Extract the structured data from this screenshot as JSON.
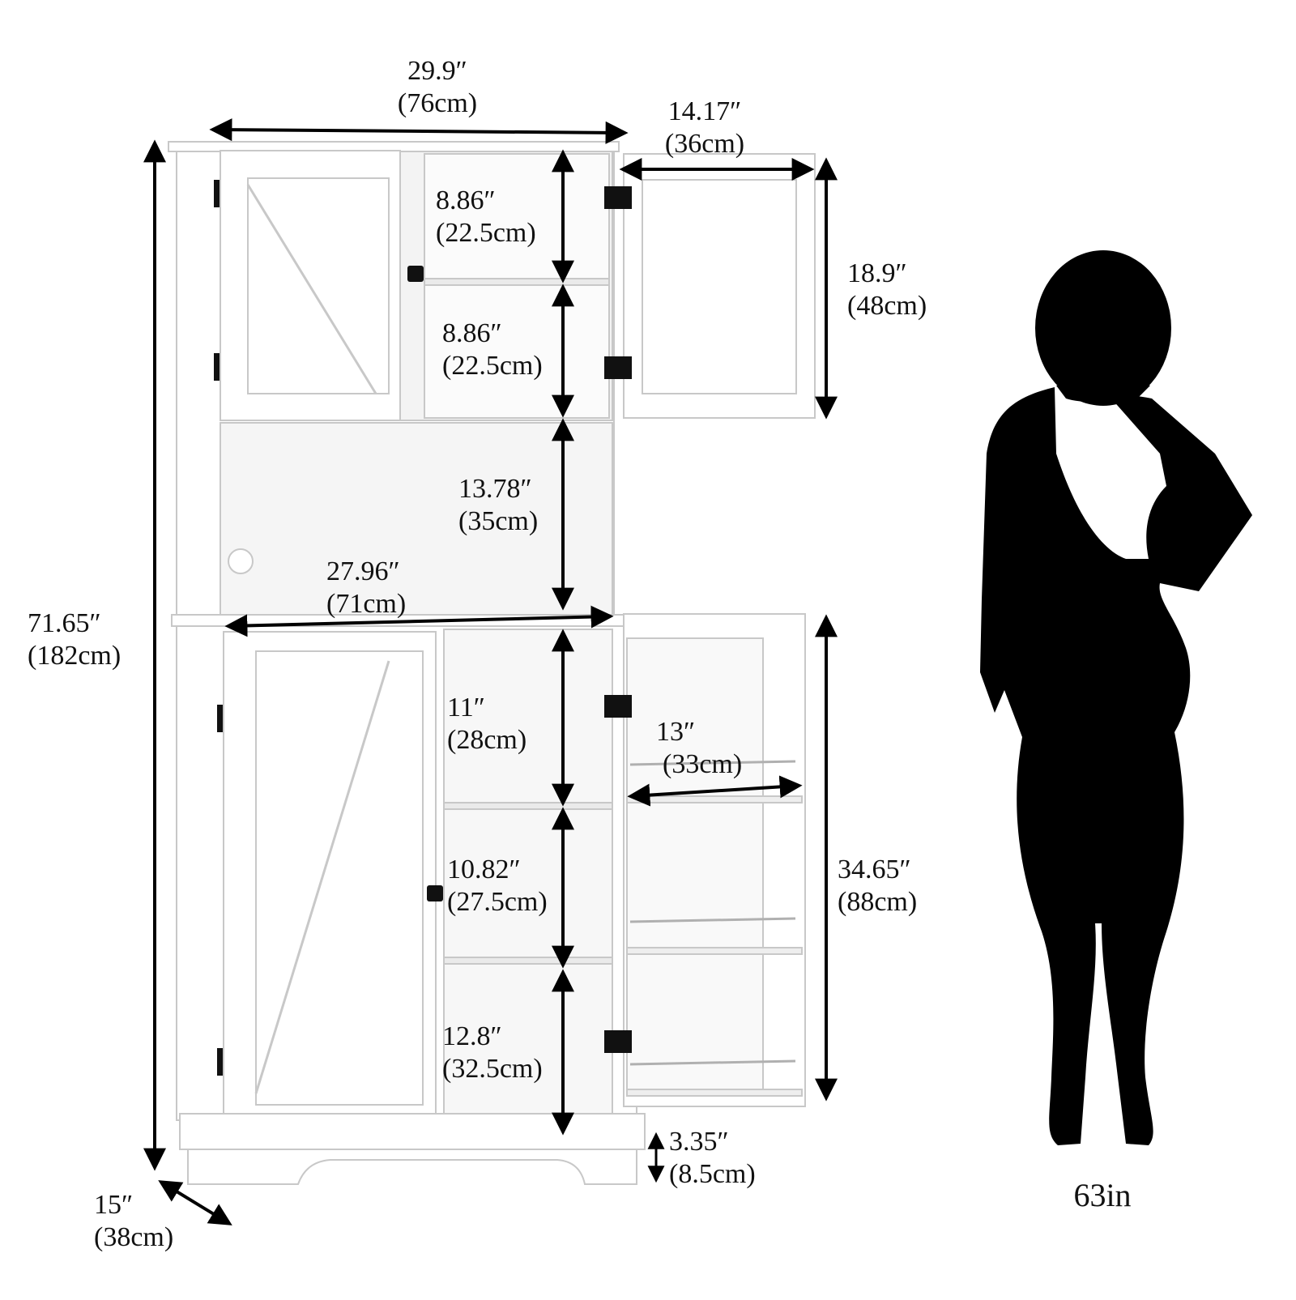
{
  "colors": {
    "cabinet_edge": "#c8c8c8",
    "cabinet_fill": "#ffffff",
    "interior_shade": "#f2f2f2",
    "hardware": "#111111",
    "arrow": "#000000",
    "silhouette": "#000000"
  },
  "dimensions": {
    "overall_width": {
      "in": "29.9″",
      "cm": "(76cm)"
    },
    "door_width": {
      "in": "14.17″",
      "cm": "(36cm)"
    },
    "upper_shelf_1": {
      "in": "8.86″",
      "cm": "(22.5cm)"
    },
    "upper_shelf_2": {
      "in": "8.86″",
      "cm": "(22.5cm)"
    },
    "upper_door_height": {
      "in": "18.9″",
      "cm": "(48cm)"
    },
    "open_shelf": {
      "in": "13.78″",
      "cm": "(35cm)"
    },
    "countertop_width": {
      "in": "27.96″",
      "cm": "(71cm)"
    },
    "overall_height": {
      "in": "71.65″",
      "cm": "(182cm)"
    },
    "lower_shelf_1": {
      "in": "11″",
      "cm": "(28cm)"
    },
    "lower_shelf_2": {
      "in": "10.82″",
      "cm": "(27.5cm)"
    },
    "lower_shelf_3": {
      "in": "12.8″",
      "cm": "(32.5cm)"
    },
    "door_rack_width": {
      "in": "13″",
      "cm": "(33cm)"
    },
    "lower_door_height": {
      "in": "34.65″",
      "cm": "(88cm)"
    },
    "base_height": {
      "in": "3.35″",
      "cm": "(8.5cm)"
    },
    "depth": {
      "in": "15″",
      "cm": "(38cm)"
    }
  },
  "person_height": "63in"
}
